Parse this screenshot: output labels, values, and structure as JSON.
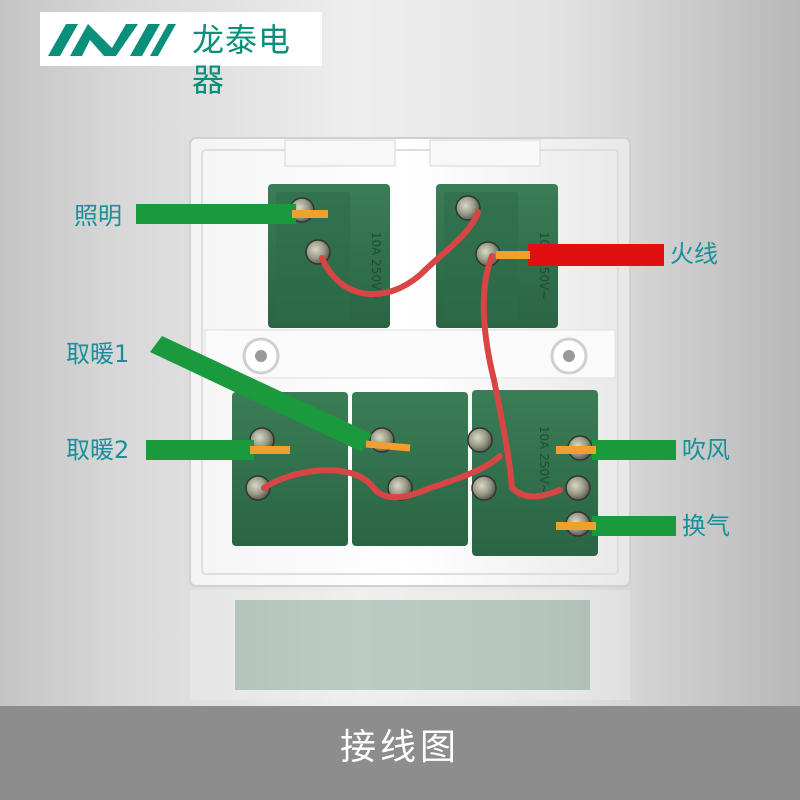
{
  "brand": {
    "name": "龙泰电器",
    "color": "#0a8f7a"
  },
  "labels": {
    "lighting": "照明",
    "live_wire": "火线",
    "heater_1": "取暖1",
    "heater_2": "取暖2",
    "blower": "吹风",
    "ventilation": "换气"
  },
  "module_marks": {
    "rating": "10A 250V~"
  },
  "footer": {
    "title": "接线图"
  },
  "colors": {
    "live_wire": "#e01010",
    "load_wire": "#1a9a3c",
    "jumper_wire": "#d84545",
    "terminal": "#2f6d49",
    "label_text": "#17909a",
    "footer_bg": "#8d8d8d"
  }
}
